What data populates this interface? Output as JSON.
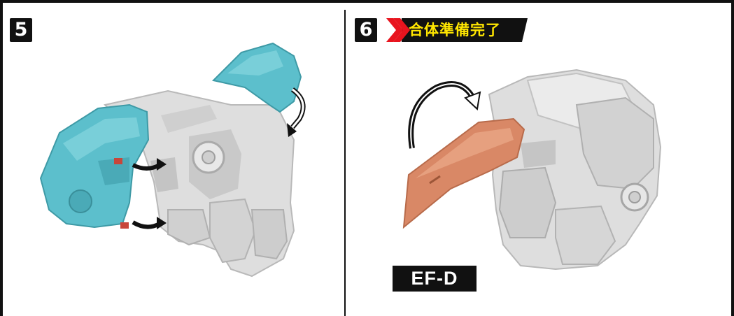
{
  "steps": [
    {
      "number": "5"
    },
    {
      "number": "6",
      "banner": "合体準備完了",
      "label": "EF-D"
    }
  ],
  "colors": {
    "frame": "#111111",
    "part_blue": "#5cbfcc",
    "part_white": "#dedede",
    "part_orange": "#d98866",
    "banner_red": "#e8141e",
    "banner_text": "#ffe600"
  },
  "icons": {
    "rotate_arrows": "curved-arrow-icon",
    "flip_arrow": "flip-arrow-icon"
  }
}
